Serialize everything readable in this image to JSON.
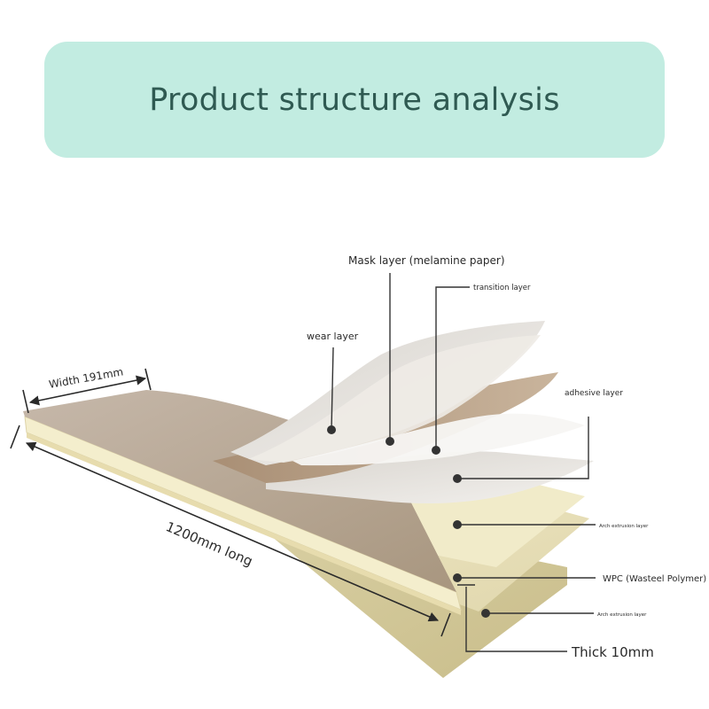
{
  "title": "Product structure analysis",
  "layers": [
    {
      "id": "mask",
      "label": "Mask layer (melamine paper)"
    },
    {
      "id": "transition",
      "label": "transition layer"
    },
    {
      "id": "wear",
      "label": "wear layer"
    },
    {
      "id": "adhesive",
      "label": "adhesive layer"
    },
    {
      "id": "arch1",
      "label": "Arch extrusion layer"
    },
    {
      "id": "wpc",
      "label": "WPC (Wasteel Polymer)"
    },
    {
      "id": "arch2",
      "label": "Arch extrusion layer"
    }
  ],
  "dimensions": {
    "width": "Width 191mm",
    "length": "1200mm long",
    "thickness": "Thick 10mm"
  },
  "colors": {
    "banner": "#c2ece1",
    "title": "#2f5a52",
    "board_top": "#b5a596",
    "wood_sheet": "#b49f86",
    "paper_sheet": "#e6e3de",
    "core": "#f2ecc4",
    "base": "#d8cf9f",
    "leader": "#333333"
  }
}
